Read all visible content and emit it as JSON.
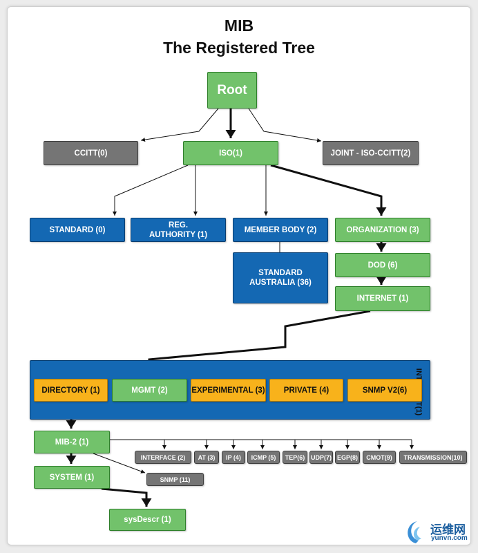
{
  "title": {
    "line1": "MIB",
    "line2": "The Registered Tree"
  },
  "nodes": {
    "root": "Root",
    "ccitt": "CCITT(0)",
    "iso": "ISO(1)",
    "joint": "JOINT - ISO-CCITT(2)",
    "standard": "STANDARD (0)",
    "reg_authority": "REG.\nAUTHORITY (1)",
    "member_body": "MEMBER BODY (2)",
    "organization": "ORGANIZATION (3)",
    "standard_australia": "STANDARD\nAUSTRALIA (36)",
    "dod": "DOD (6)",
    "internet": "INTERNET (1)",
    "directory": "DIRECTORY (1)",
    "mgmt": "MGMT (2)",
    "experimental": "EXPERIMENTAL (3)",
    "private": "PRIVATE (4)",
    "snmpv2": "SNMP V2(6)",
    "internet_band_label": "INTERNET(1)",
    "mib2": "MIB-2 (1)",
    "system": "SYSTEM (1)",
    "sysdescr": "sysDescr (1)",
    "snmp11": "SNMP (11)",
    "interface": "INTERFACE (2)",
    "at": "AT (3)",
    "ip": "IP (4)",
    "icmp": "ICMP (5)",
    "tep": "TEP(6)",
    "udp": "UDP(7)",
    "egp": "EGP(8)",
    "cmot": "CMOT(9)",
    "transmission": "TRANSMISSION(10)"
  },
  "watermark": {
    "cn": "运维网",
    "en": "yunvn.com"
  },
  "colors": {
    "green": "#72c26b",
    "gray": "#757575",
    "blue": "#1468b3",
    "orange": "#f8b21b"
  }
}
